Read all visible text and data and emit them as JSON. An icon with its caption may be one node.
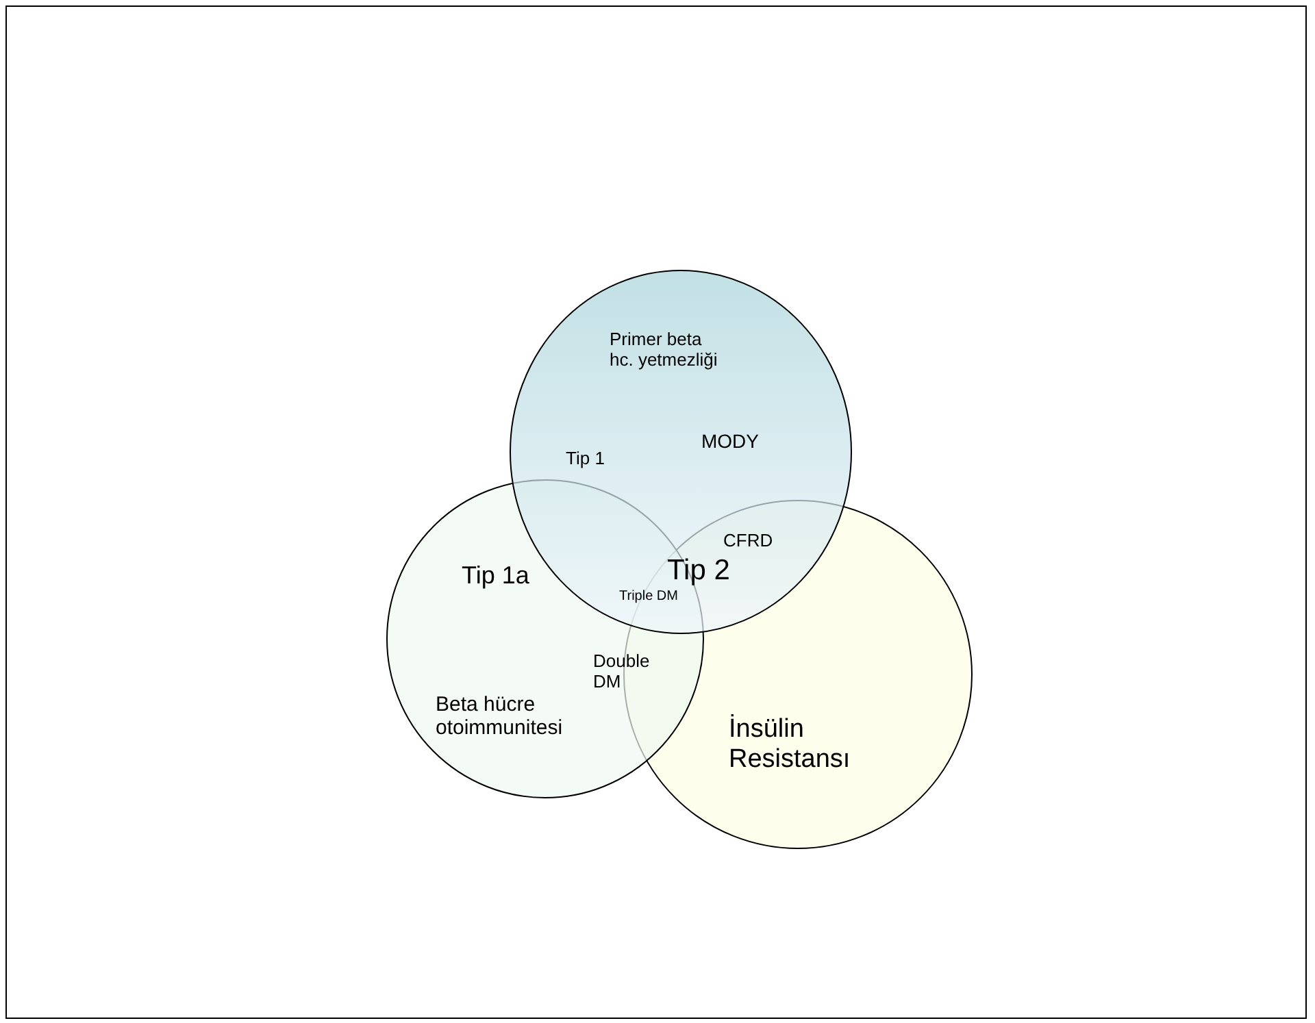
{
  "diagram": {
    "nodes": [
      {
        "text": [
          "Primer beta hc. yetmezliği",
          "Tip 1",
          "MODY"
        ]
      },
      {
        "text": [
          "Tip 1a",
          "Beta hücre otoimmunitesi"
        ]
      },
      {
        "text": [
          "İnsülin Resistansı"
        ]
      }
    ],
    "labels": [
      "Tip 2",
      "CFRD",
      "Triple DM",
      "Double DM"
    ]
  }
}
